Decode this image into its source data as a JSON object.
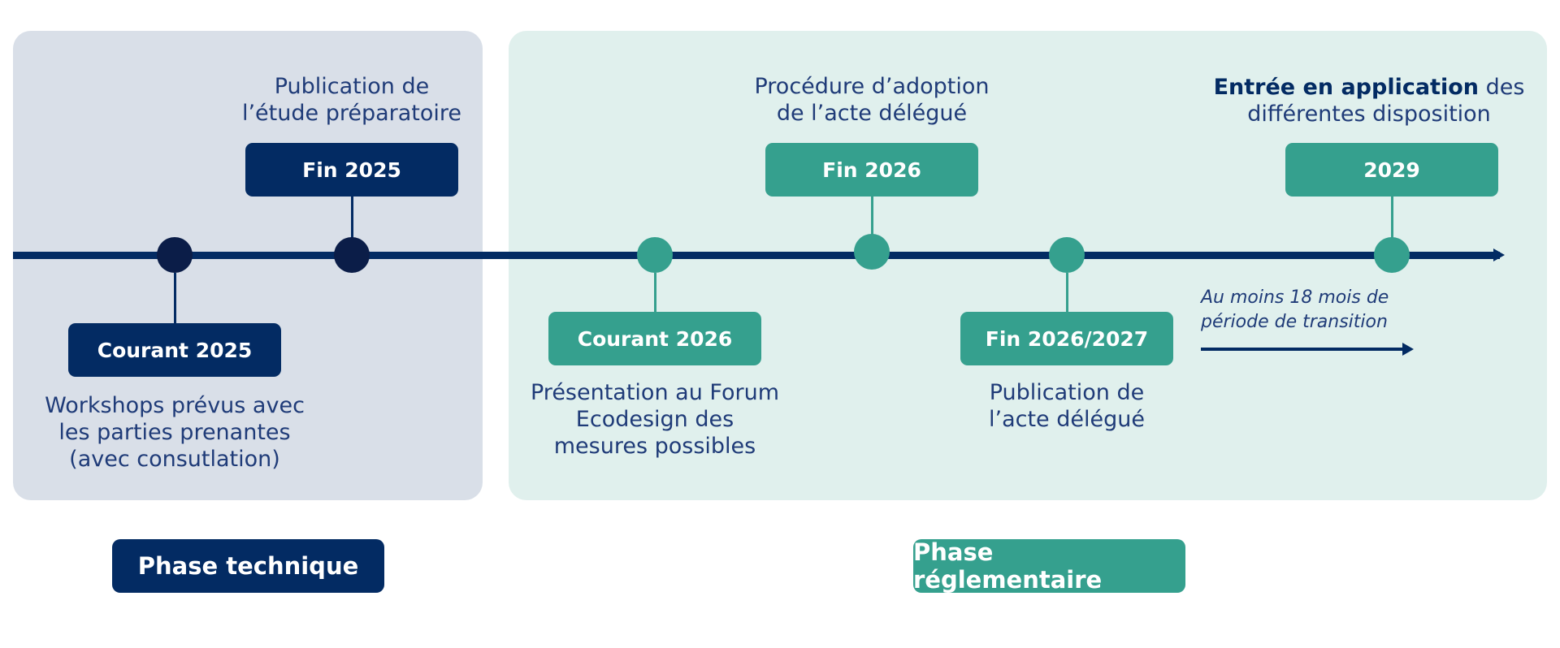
{
  "milestones": [
    {
      "date": "Courant 2025",
      "description": [
        "Workshops prévus avec",
        "les parties prenantes",
        "(avec consutlation)"
      ]
    },
    {
      "date": "Fin 2025",
      "description": [
        "Publication de",
        "l’étude préparatoire"
      ]
    },
    {
      "date": "Courant 2026",
      "description": [
        "Présentation au Forum",
        "Ecodesign des",
        "mesures possibles"
      ]
    },
    {
      "date": "Fin 2026",
      "description": [
        "Procédure d’adoption",
        "de l’acte délégué"
      ]
    },
    {
      "date": "Fin 2026/2027",
      "description": [
        "Publication de",
        "l’acte délégué"
      ]
    },
    {
      "date": "2029",
      "description_bold": "Entrée en application",
      "description_rest": " des",
      "description_line2": "différentes disposition"
    }
  ],
  "transition": {
    "line1": "Au moins 18 mois de",
    "line2": "période de transition"
  },
  "phases": {
    "technical": "Phase technique",
    "regulatory": "Phase réglementaire"
  },
  "colors": {
    "navy": "#032b63",
    "teal": "#35a08e",
    "technical_panel": "#d9dfe8",
    "regulatory_panel": "#e0f0ed"
  }
}
